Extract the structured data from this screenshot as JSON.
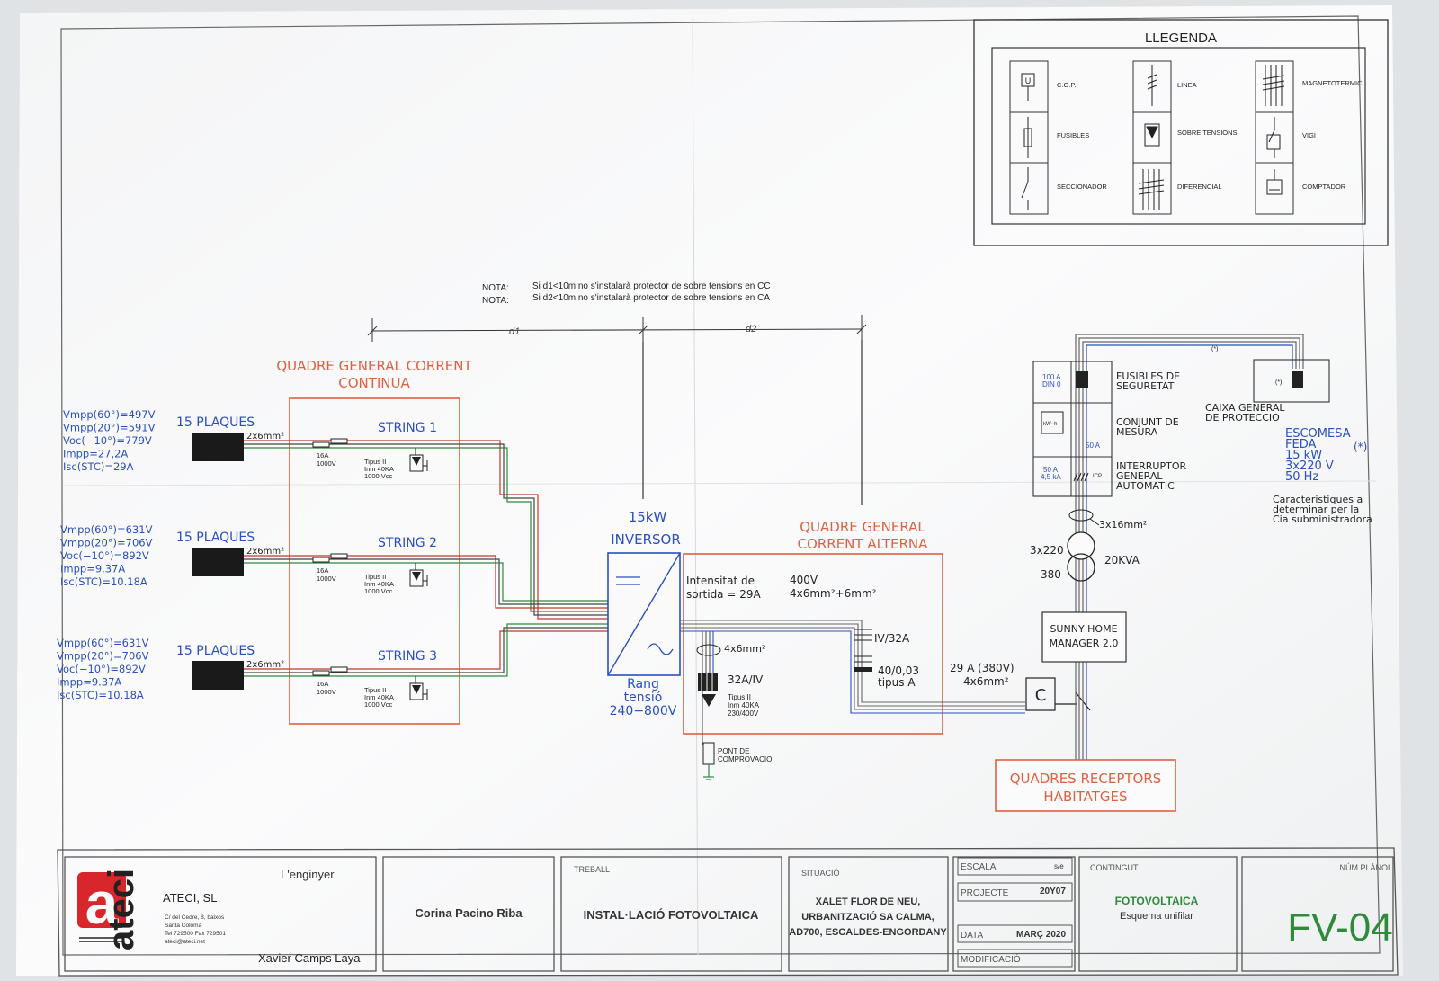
{
  "legend": {
    "title": "LLEGENDA",
    "items": [
      {
        "label": "C.G.P.",
        "icon": "cgp-icon"
      },
      {
        "label": "LINEA",
        "icon": "line-icon"
      },
      {
        "label": "MAGNETOTERMIC",
        "icon": "breaker-icon"
      },
      {
        "label": "FUSIBLES",
        "icon": "fuse-icon"
      },
      {
        "label": "SOBRE TENSIONS",
        "icon": "surge-icon"
      },
      {
        "label": "VIGI",
        "icon": "vigi-icon"
      },
      {
        "label": "SECCIONADOR",
        "icon": "disconnector-icon"
      },
      {
        "label": "DIFERENCIAL",
        "icon": "differential-icon"
      },
      {
        "label": "COMPTADOR",
        "icon": "meter-icon"
      }
    ]
  },
  "notes": [
    {
      "label": "NOTA:",
      "text": "Si d1<10m no s'instalarà protector de sobre tensions en CC"
    },
    {
      "label": "NOTA:",
      "text": "Si d2<10m no s'instalarà protector de sobre tensions en CA"
    }
  ],
  "distances": {
    "d1": "d1",
    "d2": "d2"
  },
  "dc_panel": {
    "title_1": "QUADRE GENERAL CORRENT",
    "title_2": "CONTINUA"
  },
  "strings": [
    {
      "name": "STRING 1",
      "plaques": "15 PLAQUES",
      "cable": "2x6mm²",
      "fuse_1": "16A",
      "fuse_2": "1000V",
      "spd_1": "Tipus II",
      "spd_2": "Inm 40KA",
      "spd_3": "1000 Vcc",
      "specs": [
        "Vmpp(60°)=497V",
        "Vmpp(20°)=591V",
        "Voc(−10°)=779V",
        "Impp=27,2A",
        "Isc(STC)=29A"
      ]
    },
    {
      "name": "STRING 2",
      "plaques": "15 PLAQUES",
      "cable": "2x6mm²",
      "fuse_1": "16A",
      "fuse_2": "1000V",
      "spd_1": "Tipus II",
      "spd_2": "Inm 40KA",
      "spd_3": "1000 Vcc",
      "specs": [
        "Vmpp(60°)=631V",
        "Vmpp(20°)=706V",
        "Voc(−10°)=892V",
        "Impp=9.37A",
        "Isc(STC)=10.18A"
      ]
    },
    {
      "name": "STRING 3",
      "plaques": "15 PLAQUES",
      "cable": "2x6mm²",
      "fuse_1": "16A",
      "fuse_2": "1000V",
      "spd_1": "Tipus II",
      "spd_2": "Inm 40KA",
      "spd_3": "1000 Vcc",
      "specs": [
        "Vmpp(60°)=631V",
        "Vmpp(20°)=706V",
        "Voc(−10°)=892V",
        "Impp=9.37A",
        "Isc(STC)=10.18A"
      ]
    }
  ],
  "inverter": {
    "power": "15kW",
    "label": "INVERSOR",
    "range_1": "Rang",
    "range_2": "tensió",
    "range_3": "240−800V"
  },
  "ac_panel": {
    "title_1": "QUADRE GENERAL",
    "title_2": "CORRENT ALTERNA",
    "current_1": "Intensitat de",
    "current_2": "sortida = 29A",
    "voltage": "400V",
    "cable": "4x6mm²+6mm²",
    "cable_2": "4x6mm²",
    "breaker": "32A/IV",
    "spd_1": "Tipus II",
    "spd_2": "Inm 40KA",
    "spd_3": "230/400V",
    "breaker_2": "IV/32A",
    "rcd_1": "40/0,03",
    "rcd_2": "tipus A",
    "ground_1": "PONT DE",
    "ground_2": "COMPROVACIO"
  },
  "output": {
    "current": "29 A (380V)",
    "cable": "4x6mm²",
    "meter": "C"
  },
  "receivers": {
    "title_1": "QUADRES RECEPTORS",
    "title_2": "HABITATGES"
  },
  "grid": {
    "fuse_box": "100 A\nDIN 0",
    "fuse_label_1": "FUSIBLES DE",
    "fuse_label_2": "SEGURETAT",
    "meter_label_1": "CONJUNT DE",
    "meter_label_2": "MESURA",
    "meter_icon": "kW−h",
    "igm_1": "50 A",
    "igm_2": "4,5 kA",
    "icp": "ICP",
    "igm_rating": "50 A",
    "igm_label_1": "INTERRUPTOR",
    "igm_label_2": "GENERAL",
    "igm_label_3": "AUTOMATIC",
    "cgp_label_1": "CAIXA GENERAL",
    "cgp_label_2": "DE PROTECCIO",
    "cgp_mark": "(*)",
    "line_mark": "(*)",
    "supply_1": "ESCOMESA",
    "supply_2": "FEDA",
    "supply_3": "15 kW",
    "supply_4": "3x220 V",
    "supply_5": "50 Hz",
    "supply_mark": "(*)",
    "supply_note_1": "Caracteristiques a",
    "supply_note_2": "determinar per la",
    "supply_note_3": "Cia subministradora",
    "cable": "3x16mm²",
    "tr_1": "3x220",
    "tr_2": "380",
    "tr_power": "20KVA",
    "manager_1": "SUNNY HOME",
    "manager_2": "MANAGER 2.0"
  },
  "title_block": {
    "company": "ATECI, SL",
    "logo_text": "ateci",
    "address": [
      "C/ del Cedre, 8, baixos",
      "Santa Coloma",
      "Tel 729500 Fax 729501",
      "ateci@ateci.net"
    ],
    "engineer_label": "L'enginyer",
    "engineer": "Xavier Camps Laya",
    "client": "Corina Pacino Riba",
    "treball_label": "TREBALL",
    "treball": "INSTAL·LACIÓ FOTOVOLTAICA",
    "situacio_label": "SITUACIÓ",
    "situacio": [
      "XALET FLOR DE NEU,",
      "URBANITZACIÓ SA CALMA,",
      "AD700, ESCALDES-ENGORDANY"
    ],
    "escala_label": "ESCALA",
    "escala": "s/e",
    "projecte_label": "PROJECTE",
    "projecte": "20Y07",
    "data_label": "DATA",
    "data": "MARÇ 2020",
    "modificacio_label": "MODIFICACIÓ",
    "contingut_label": "CONTINGUT",
    "contingut_1": "FOTOVOLTAICA",
    "contingut_2": "Esquema unifilar",
    "plano_label": "NÚM.PLÀNOL",
    "plano": "FV-04"
  },
  "colors": {
    "red": "#e0603f",
    "blue": "#2a4fc0",
    "green": "#2f8a3a",
    "ink": "#222222",
    "logo_red": "#d8262d"
  }
}
